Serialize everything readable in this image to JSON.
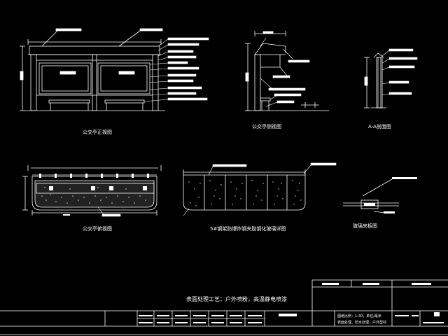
{
  "colors": {
    "background": "#000000",
    "line": "#ffffff",
    "dimension": "#ff2a2a",
    "hatch": "#d8d8d8"
  },
  "views": {
    "front_elevation": "公交亭正视图",
    "side_elevation": "公交亭侧视图",
    "section_a": "A-A剖面图",
    "plan_view": "公交亭俯视图",
    "glass_detail": "5#钢架防爆炸钢夹胶钢化玻璃详图",
    "glass_clamp": "玻璃夹板图"
  },
  "process_note": "表面处理工艺：户外喷粉，高温静电喷漆",
  "title_block": {
    "notes_line1": "图纸比例：1:30，单位/毫米",
    "notes_line2": "表面处理、防水处理，户外型材"
  }
}
